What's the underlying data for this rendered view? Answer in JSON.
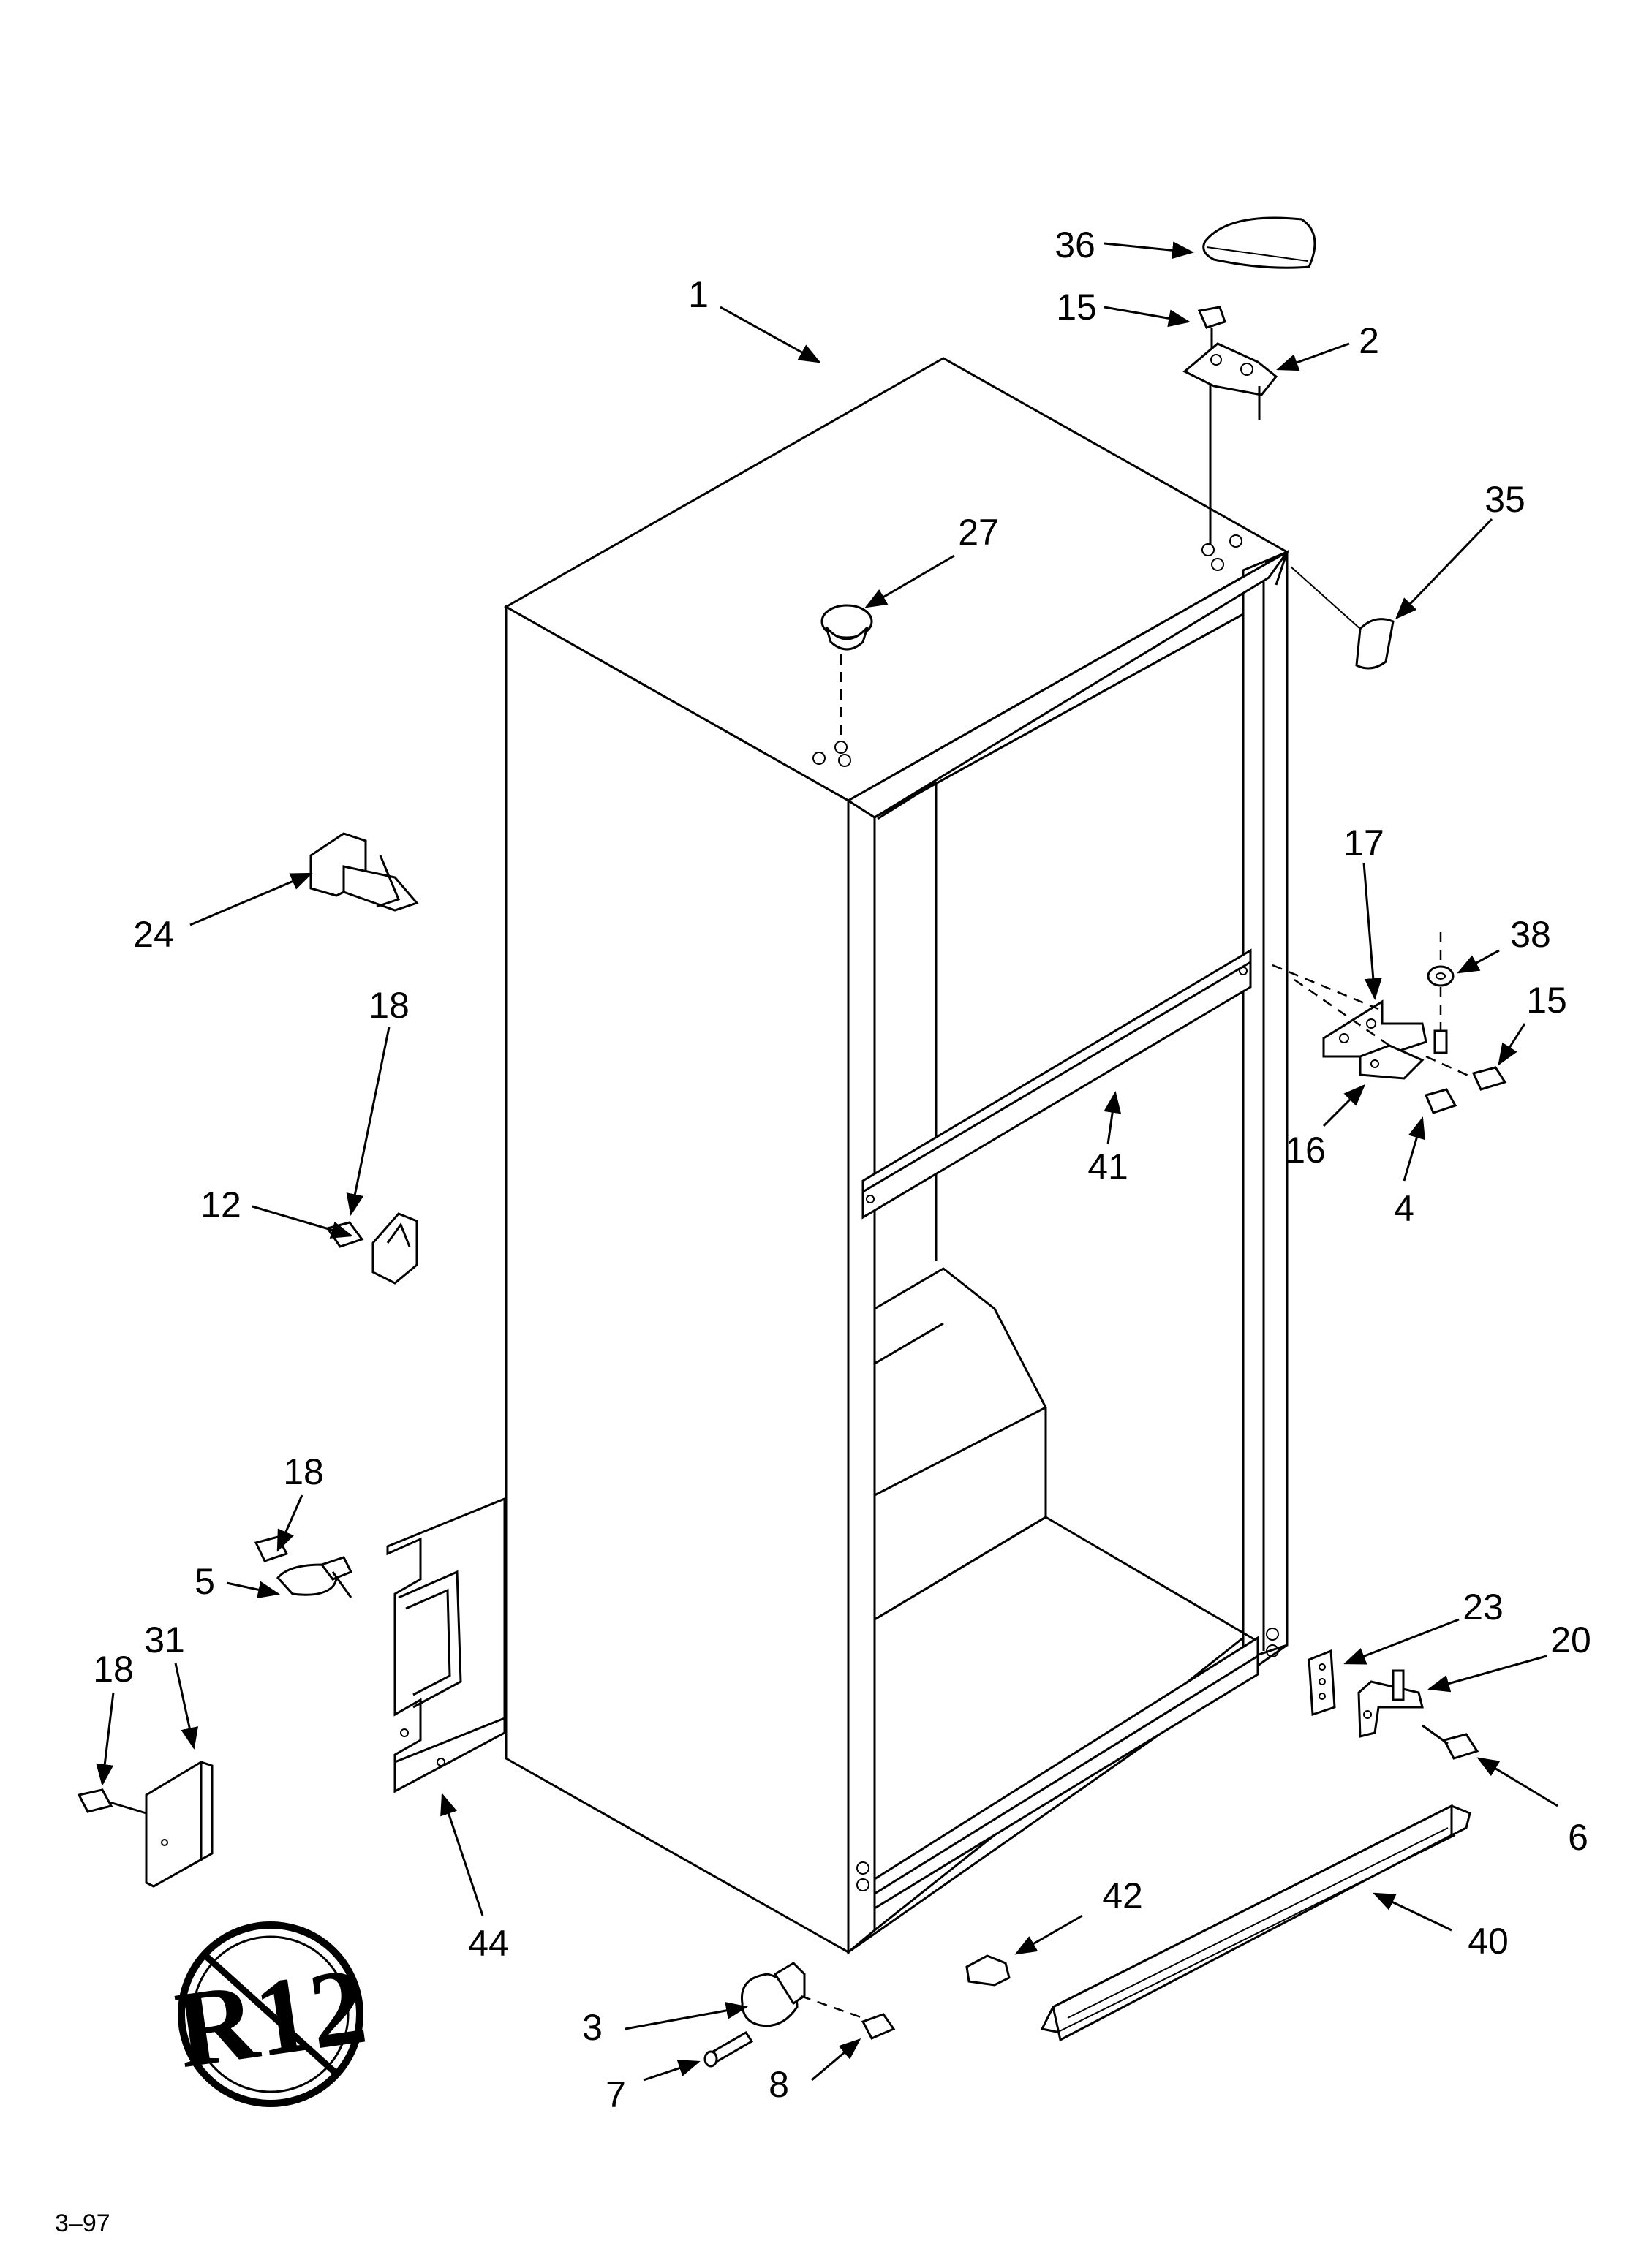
{
  "labels": [
    "1",
    "2",
    "3",
    "4",
    "5",
    "6",
    "7",
    "8",
    "12",
    "15",
    "15",
    "16",
    "17",
    "18",
    "18",
    "18",
    "20",
    "23",
    "24",
    "27",
    "31",
    "35",
    "36",
    "38",
    "40",
    "41",
    "42",
    "44"
  ],
  "badge": "R12",
  "footer": "3–97"
}
